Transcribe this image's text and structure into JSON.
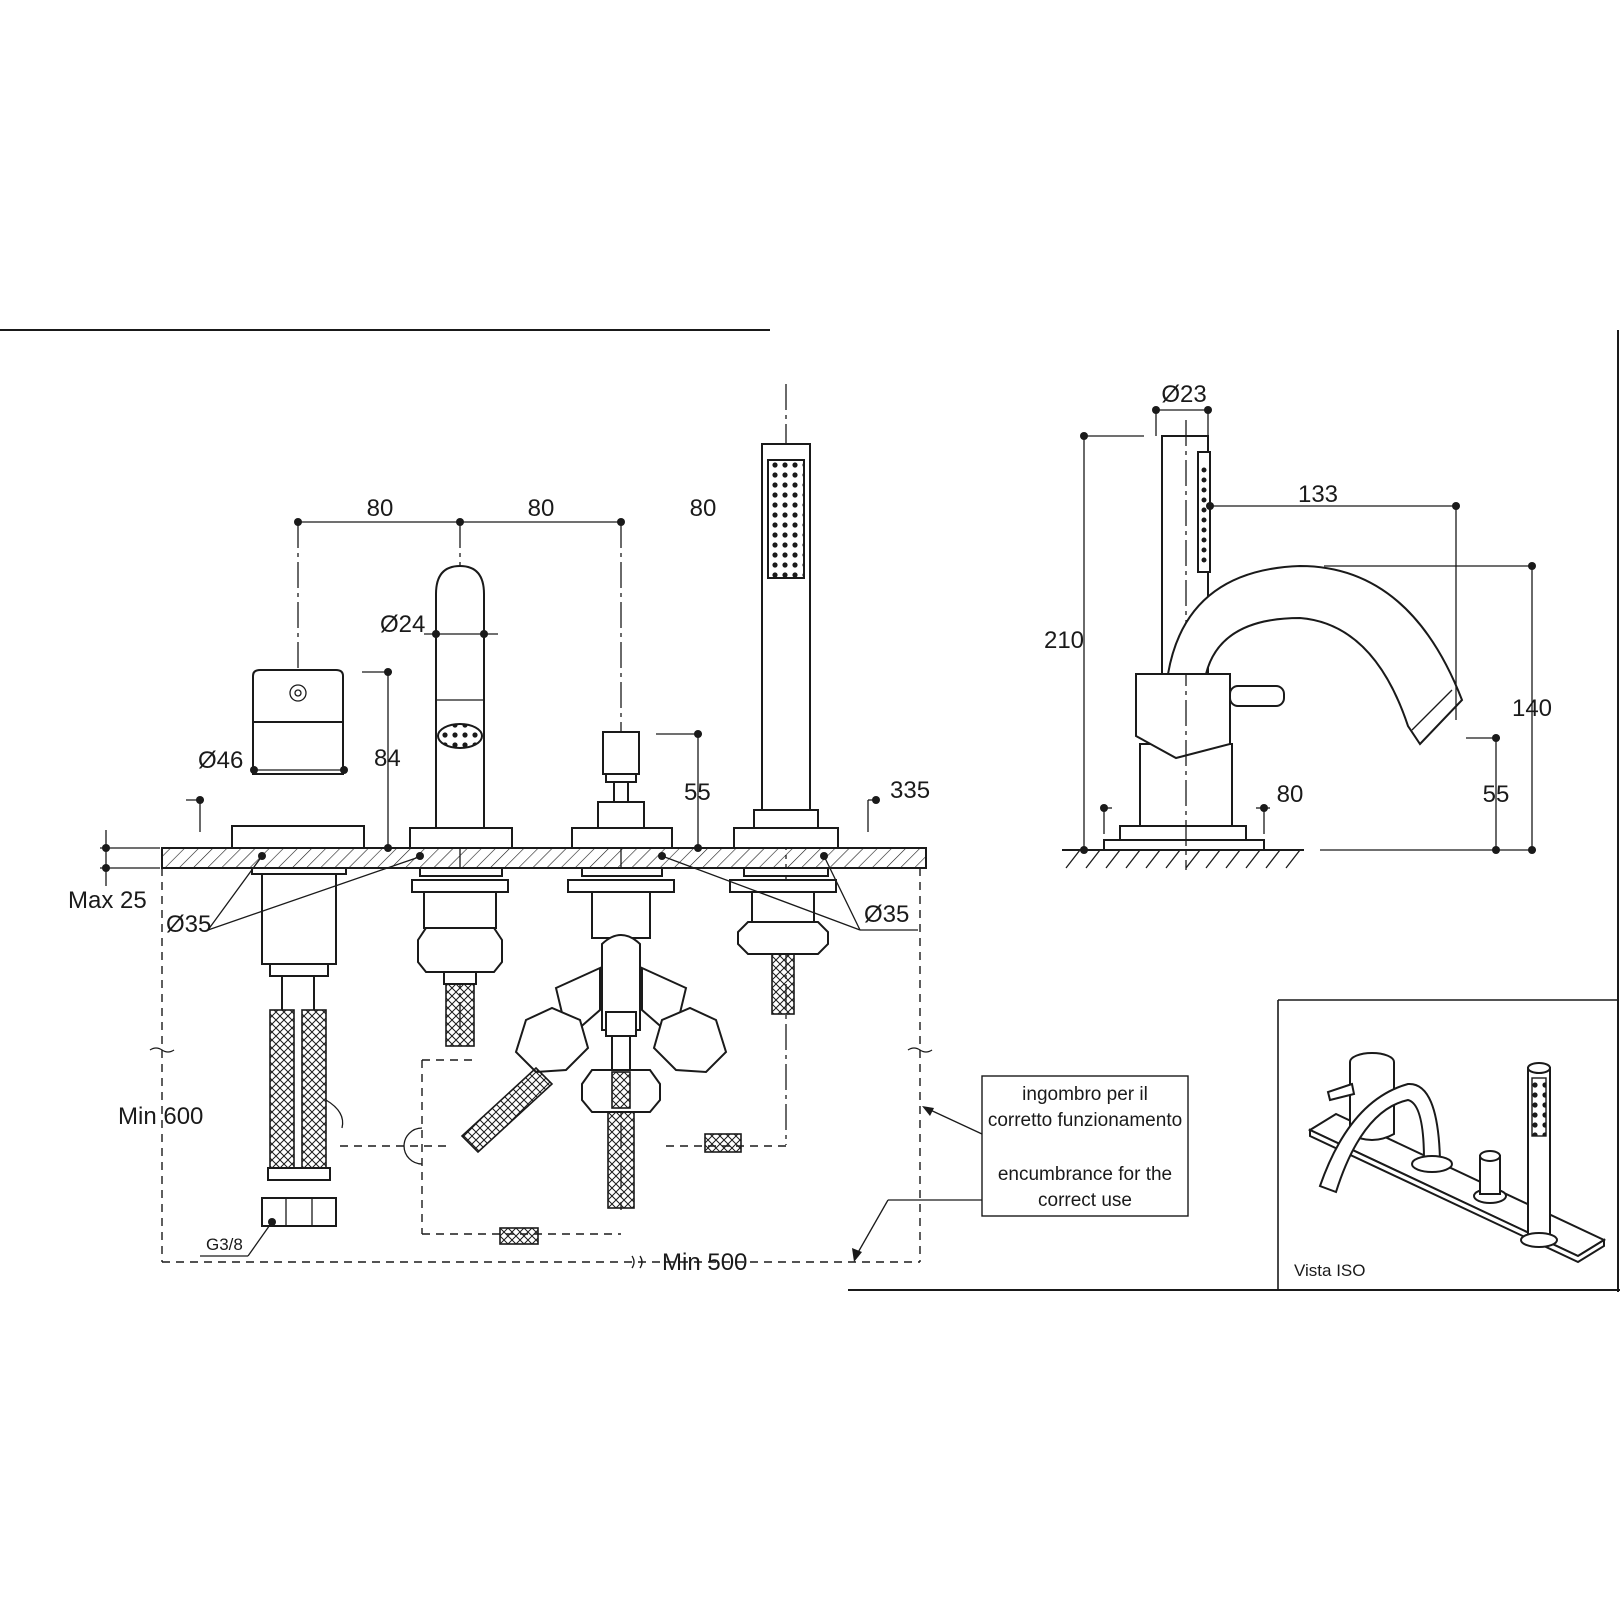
{
  "front_view": {
    "spacing_1": "80",
    "spacing_2": "80",
    "spacing_3": "80",
    "spout_diameter": "Ø24",
    "handle_diameter": "Ø46",
    "handle_height": "84",
    "diverter_height": "55",
    "shower_length": "335",
    "deck_thickness": "Max 25",
    "hole_diameter_left": "Ø35",
    "hole_diameter_right": "Ø35",
    "hose_connection": "G3/8",
    "min_depth": "Min 600",
    "min_width": "Min 500"
  },
  "side_view": {
    "body_diameter": "Ø23",
    "total_height": "210",
    "spout_reach": "133",
    "spout_height": "140",
    "base_offset": "80",
    "outlet_height": "55"
  },
  "clearance_note": {
    "line1": "ingombro per il",
    "line2": "corretto funzionamento",
    "line3": "encumbrance for the",
    "line4": "correct use"
  },
  "iso_view": {
    "label": "Vista ISO"
  }
}
